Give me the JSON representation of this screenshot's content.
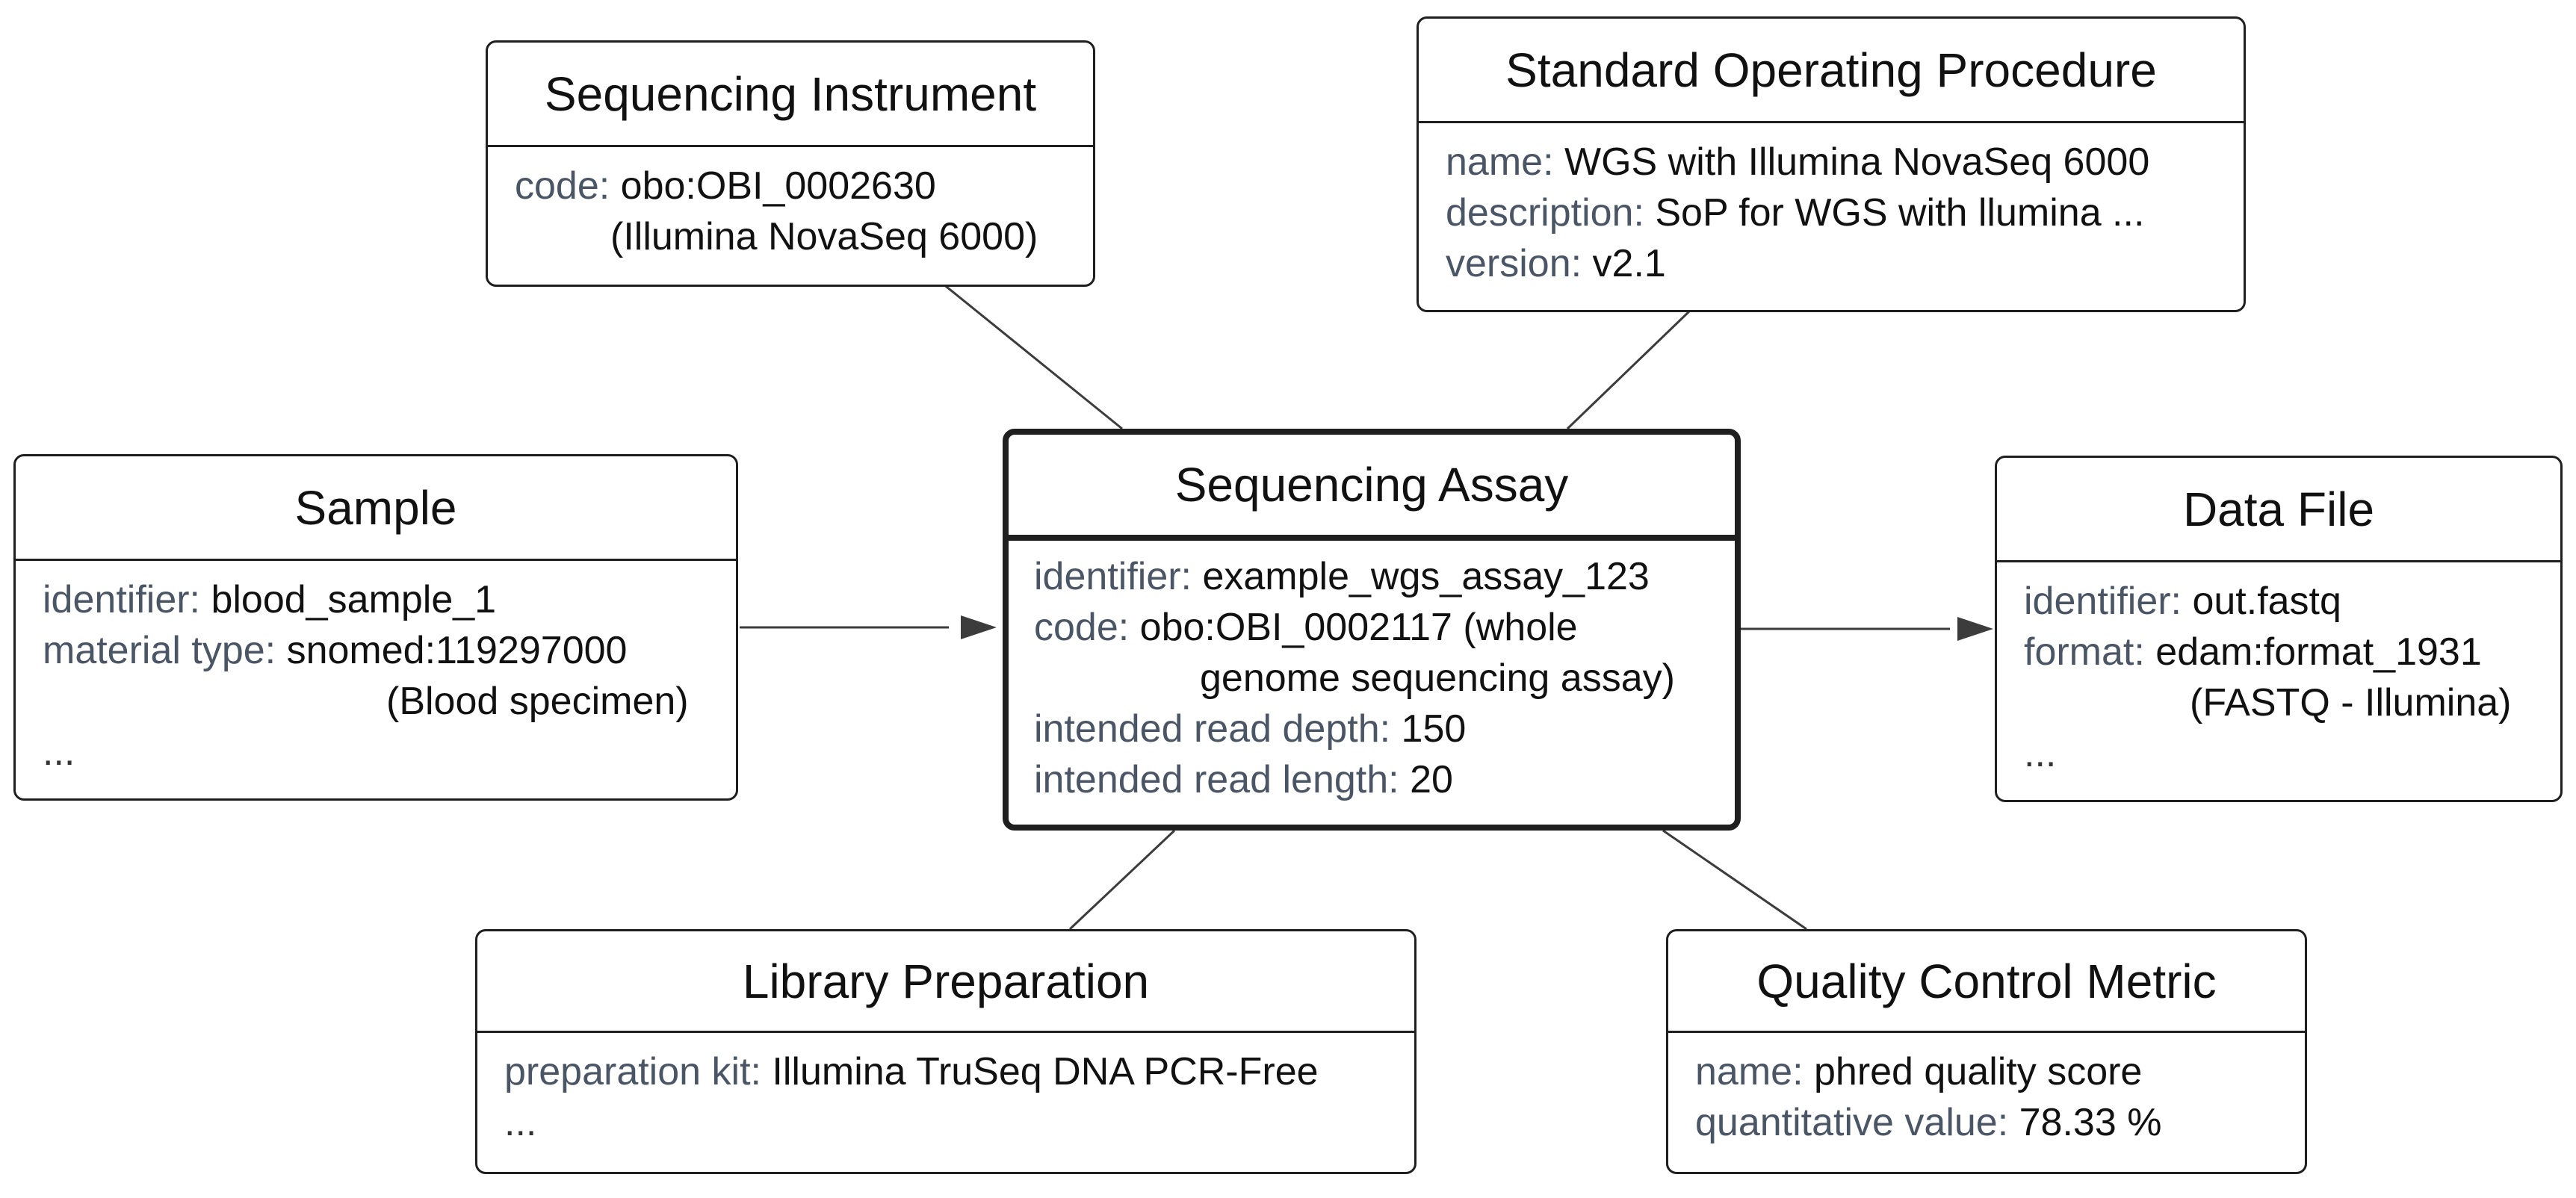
{
  "nodes": {
    "sequencing_instrument": {
      "title": "Sequencing Instrument",
      "attrs": [
        {
          "key": "code:",
          "value": "obo:OBI_0002630",
          "cont": "(Illumina NovaSeq 6000)"
        }
      ]
    },
    "sop": {
      "title": "Standard Operating Procedure",
      "attrs": [
        {
          "key": "name:",
          "value": "WGS with Illumina NovaSeq 6000"
        },
        {
          "key": "description:",
          "value": "SoP for WGS with llumina ..."
        },
        {
          "key": "version:",
          "value": "v2.1"
        }
      ]
    },
    "sample": {
      "title": "Sample",
      "attrs": [
        {
          "key": "identifier:",
          "value": "blood_sample_1"
        },
        {
          "key": "material type:",
          "value": "snomed:119297000",
          "cont": "(Blood specimen)"
        }
      ],
      "more": "..."
    },
    "sequencing_assay": {
      "title": "Sequencing Assay",
      "attrs": [
        {
          "key": "identifier:",
          "value": "example_wgs_assay_123"
        },
        {
          "key": "code:",
          "value": "obo:OBI_0002117 (whole",
          "cont": "genome sequencing assay)"
        },
        {
          "key": "intended read depth:",
          "value": "150"
        },
        {
          "key": "intended read length:",
          "value": "20"
        }
      ]
    },
    "data_file": {
      "title": "Data File",
      "attrs": [
        {
          "key": "identifier:",
          "value": "out.fastq"
        },
        {
          "key": "format:",
          "value": "edam:format_1931",
          "cont": "(FASTQ - Illumina)"
        }
      ],
      "more": "..."
    },
    "library_preparation": {
      "title": "Library Preparation",
      "attrs": [
        {
          "key": "preparation kit:",
          "value": "Illumina TruSeq DNA PCR-Free"
        }
      ],
      "more": "..."
    },
    "quality_control_metric": {
      "title": "Quality Control Metric",
      "attrs": [
        {
          "key": "name:",
          "value": "phred quality score"
        },
        {
          "key": "quantitative value:",
          "value": "78.33 %"
        }
      ]
    }
  }
}
